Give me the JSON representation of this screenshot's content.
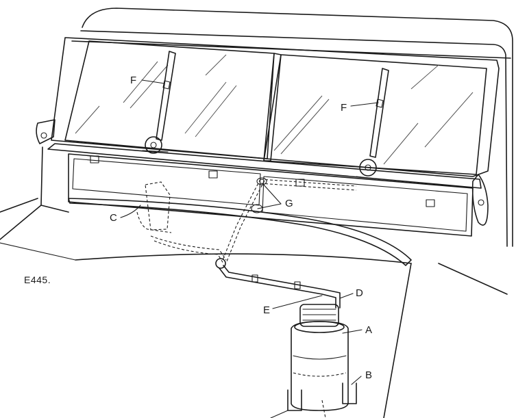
{
  "figure_id": "E445.",
  "labels": {
    "A": "A",
    "B": "B",
    "C": "C",
    "D": "D",
    "E": "E",
    "F": "F",
    "G": "G"
  }
}
